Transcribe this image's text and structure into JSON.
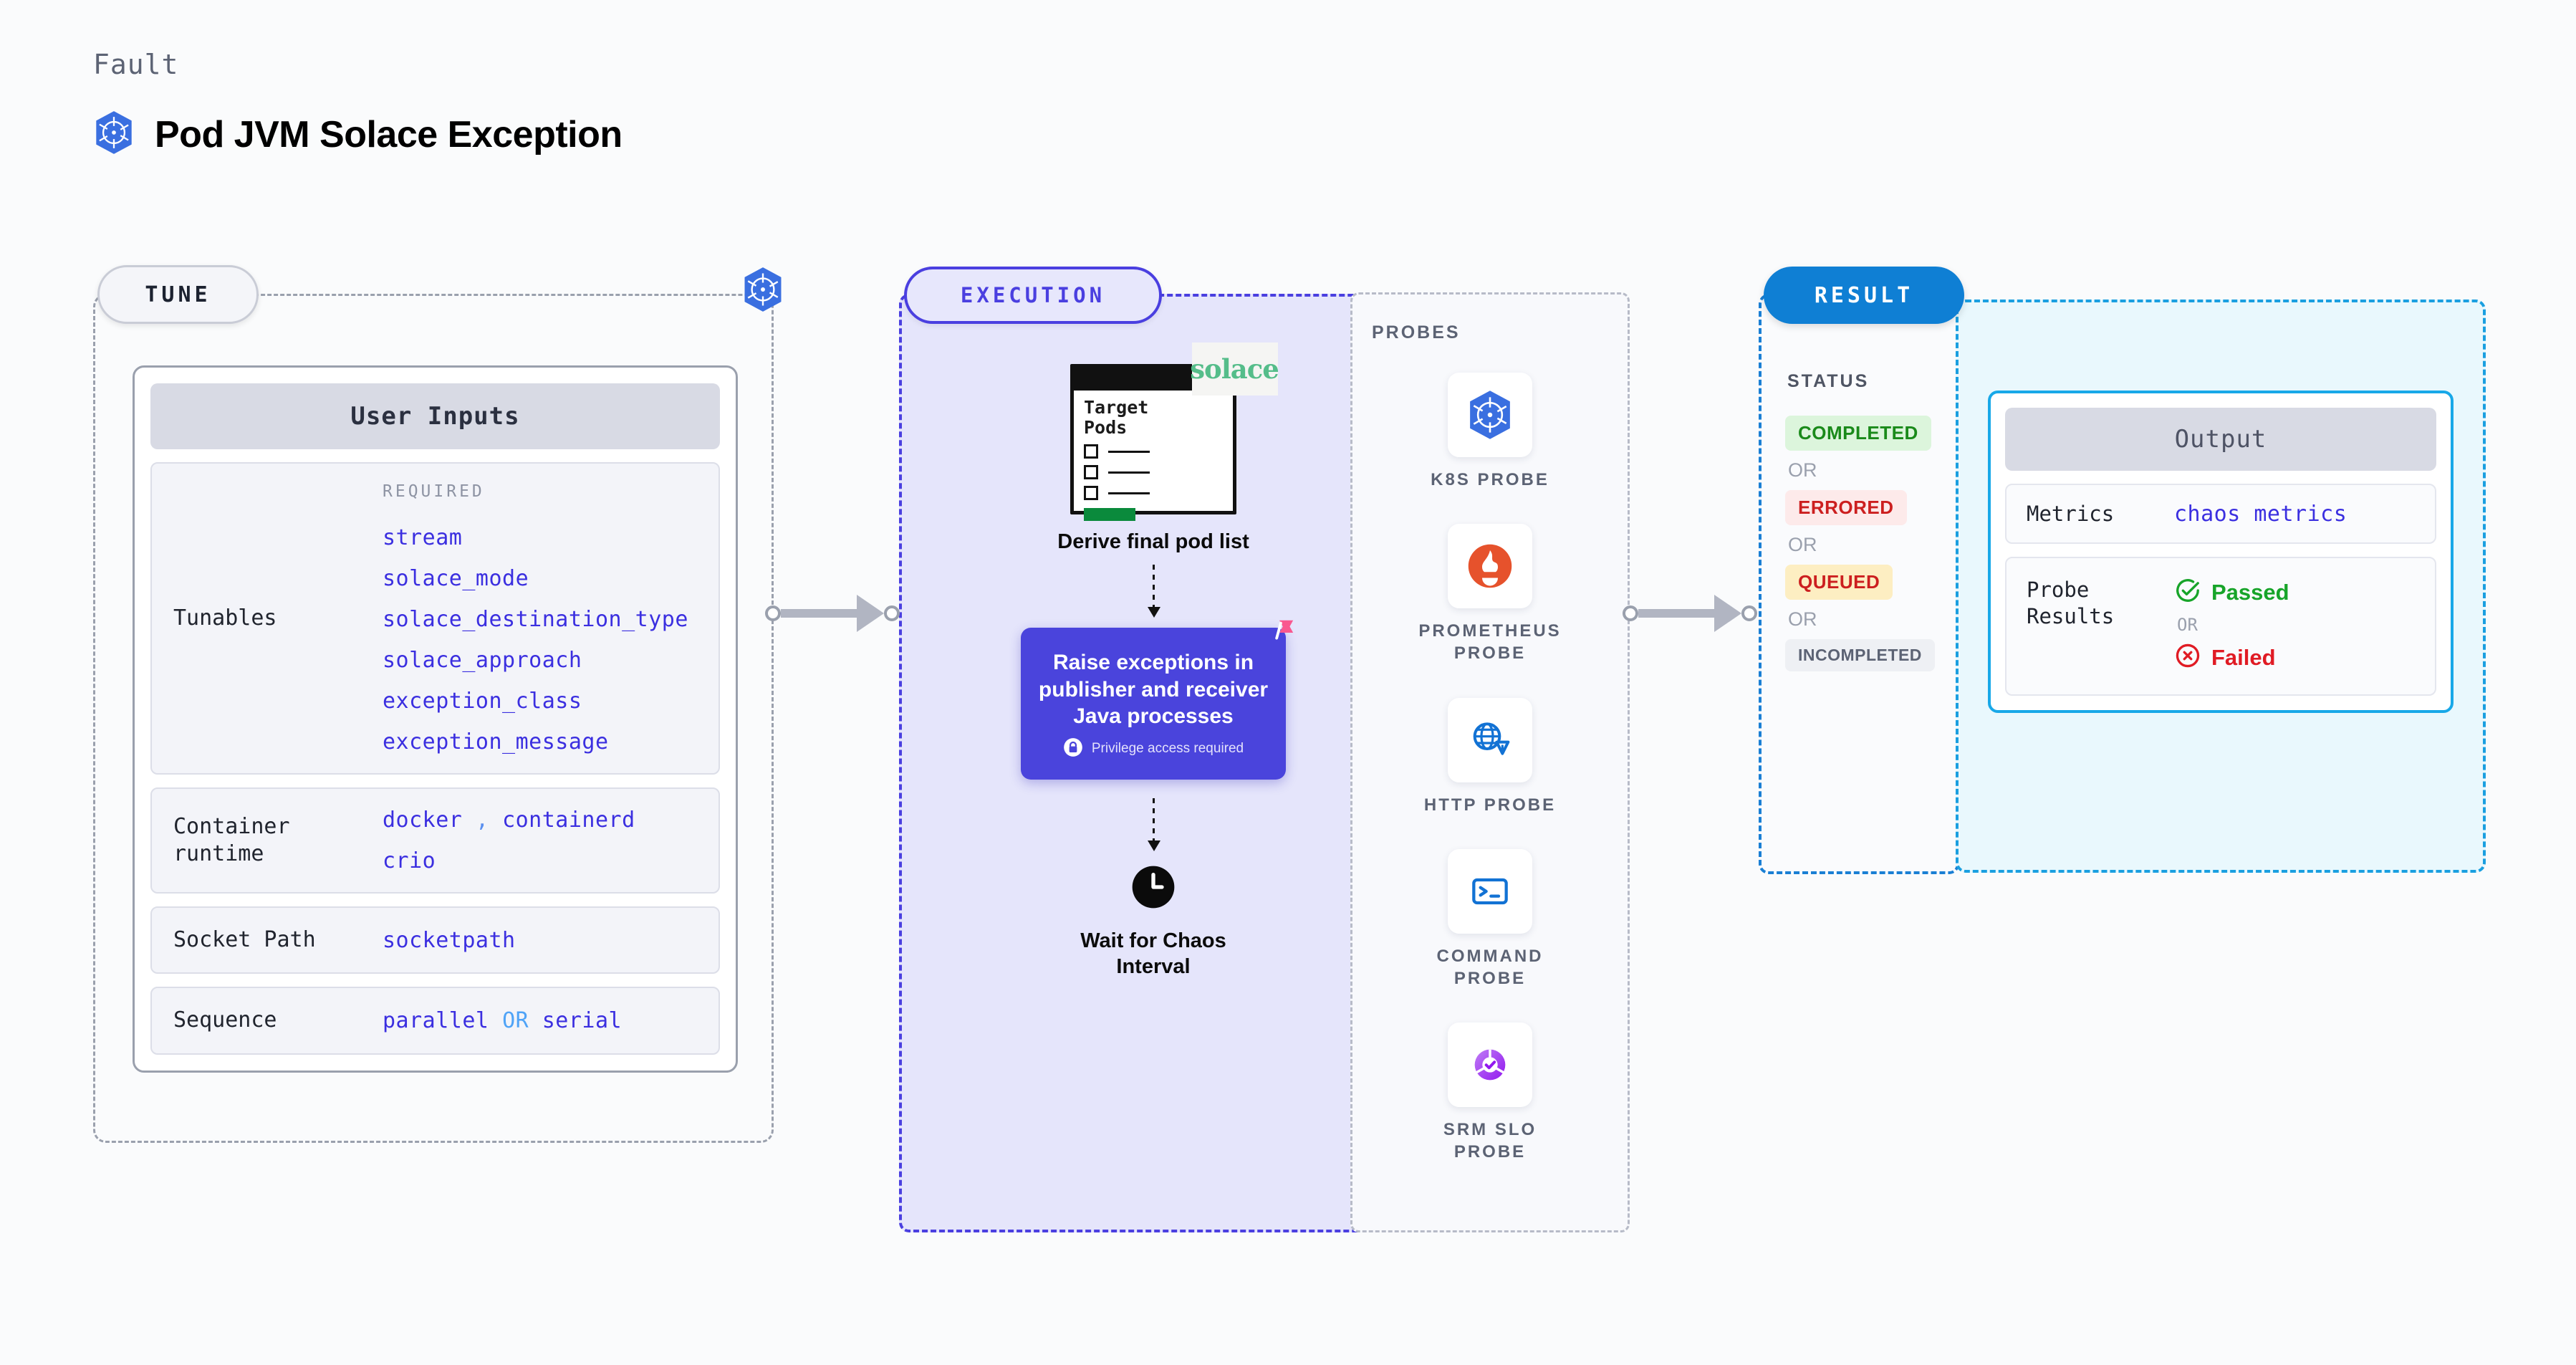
{
  "header": {
    "fault_label": "Fault",
    "title": "Pod JVM Solace Exception",
    "icon": "kubernetes-icon"
  },
  "tune": {
    "badge": "TUNE",
    "border_icon": "kubernetes-icon",
    "card_title": "User Inputs",
    "rows": [
      {
        "label": "Tunables",
        "required_label": "REQUIRED",
        "values": [
          "stream",
          "solace_mode",
          "solace_destination_type",
          "solace_approach",
          "exception_class",
          "exception_message"
        ]
      },
      {
        "label": "Container runtime",
        "value_line_1_a": "docker",
        "value_line_1_sep": ",",
        "value_line_1_b": "containerd",
        "value_line_2": "crio"
      },
      {
        "label": "Socket Path",
        "value": "socketpath"
      },
      {
        "label": "Sequence",
        "value_a": "parallel",
        "value_or": "OR",
        "value_b": "serial"
      }
    ]
  },
  "execution": {
    "badge": "EXECUTION",
    "pods_card": {
      "title_line_1": "Target",
      "title_line_2": "Pods",
      "brand": "solace"
    },
    "step_1_caption": "Derive final pod list",
    "step_2": {
      "text": "Raise exceptions in publisher and receiver Java processes",
      "privilege_note": "Privilege access required",
      "lock_icon": "lock-icon",
      "corner_icon": "litmuschaos-icon"
    },
    "step_3_caption": "Wait for Chaos Interval",
    "step_3_icon": "clock-icon"
  },
  "probes": {
    "section_label": "PROBES",
    "items": [
      {
        "name": "K8S PROBE",
        "icon": "kubernetes-icon"
      },
      {
        "name": "PROMETHEUS PROBE",
        "icon": "prometheus-icon"
      },
      {
        "name": "HTTP PROBE",
        "icon": "globe-warning-icon"
      },
      {
        "name": "COMMAND PROBE",
        "icon": "terminal-icon"
      },
      {
        "name": "SRM SLO PROBE",
        "icon": "slo-donut-check-icon"
      }
    ]
  },
  "result": {
    "badge": "RESULT",
    "status_label": "STATUS",
    "statuses": [
      {
        "text": "COMPLETED",
        "bg": "#dcf5dc",
        "fg": "#1a8a1a"
      },
      {
        "text": "ERRORED",
        "bg": "#fdeaea",
        "fg": "#cc1f1f"
      },
      {
        "text": "QUEUED",
        "bg": "#fdeec2",
        "fg": "#cc1f1f"
      },
      {
        "text": "INCOMPLETED",
        "bg": "#eef0f4",
        "fg": "#5c6374"
      }
    ],
    "or_text": "OR"
  },
  "output": {
    "card_title": "Output",
    "metrics_label": "Metrics",
    "metrics_value": "chaos metrics",
    "probe_results_label": "Probe Results",
    "passed_text": "Passed",
    "failed_text": "Failed",
    "or_text": "OR",
    "passed_icon": "check-circle-icon",
    "failed_icon": "x-circle-icon"
  },
  "colors": {
    "accent_purple": "#4a44dc",
    "accent_blue": "#0f7fd4",
    "tunable_blue": "#3b2fe0",
    "passed_green": "#17a429",
    "failed_red": "#e01b24",
    "solace_green": "#55bd8a",
    "litmus_pink": "#f9588f"
  }
}
